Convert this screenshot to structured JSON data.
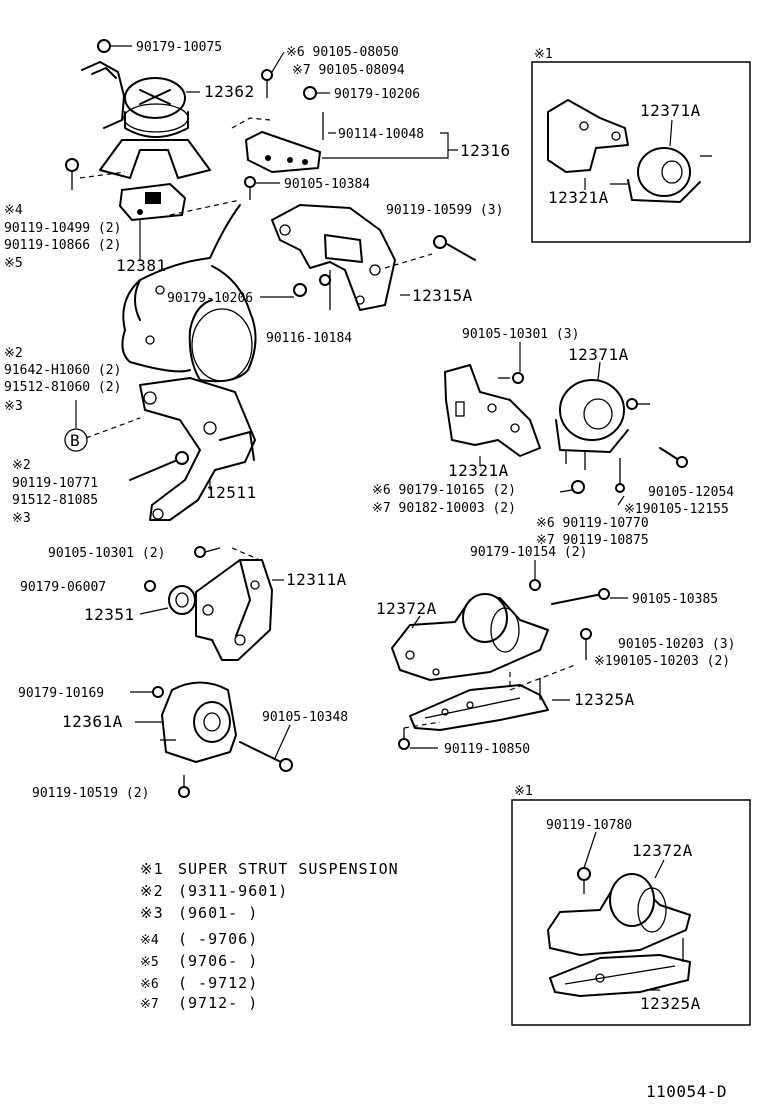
{
  "parts": {
    "p1": "90179-10075",
    "p2": "※6  90105-08050",
    "p3": "※7  90105-08094",
    "p4": "12362",
    "p5": "90179-10206",
    "p6": "90114-10048",
    "p7": "12316",
    "p8": "90105-10384",
    "p9": "※4",
    "p10": "90119-10499 (2)",
    "p11": "90119-10866 (2)",
    "p12": "※5",
    "p13": "12381",
    "p14": "90119-10599 (3)",
    "p15": "90179-10206",
    "p16": "12315A",
    "p17": "90116-10184",
    "p18": "※2",
    "p19": "91642-H1060 (2)",
    "p20": "91512-81060 (2)",
    "p21": "※3",
    "p22": "B",
    "p23": "※2",
    "p24": "90119-10771",
    "p25": "91512-81085",
    "p26": "※3",
    "p27": "12511",
    "p28": "90105-10301 (3)",
    "p29": "12371A",
    "p30": "12321A",
    "p31": "※6  90179-10165 (2)",
    "p32": "※7  90182-10003 (2)",
    "p33": "90105-12054",
    "p34": "※190105-12155",
    "p35": "※6  90119-10770",
    "p36": "※7  90119-10875",
    "p37": "90179-10154 (2)",
    "p38": "90105-10301 (2)",
    "p39": "90179-06007",
    "p40": "12311A",
    "p41": "12351",
    "p42": "12372A",
    "p43": "90105-10385",
    "p44": "90105-10203 (3)",
    "p45": "※190105-10203 (2)",
    "p46": "12325A",
    "p47": "90119-10850",
    "p48": "90179-10169",
    "p49": "12361A",
    "p50": "90105-10348",
    "p51": "90119-10519 (2)"
  },
  "inset_top": {
    "mark": "※1",
    "label_mount": "12371A",
    "label_bracket": "12321A"
  },
  "inset_bottom": {
    "mark": "※1",
    "label_bolt": "90119-10780",
    "label_mount": "12372A",
    "label_member": "12325A"
  },
  "legend": [
    {
      "mark": "※1",
      "text": "SUPER STRUT SUSPENSION"
    },
    {
      "mark": "※2",
      "text": "(9311-9601)"
    },
    {
      "mark": "※3",
      "text": "(9601-     )"
    },
    {
      "mark": "※4",
      "text": "(     -9706)"
    },
    {
      "mark": "※5",
      "text": "(9706-     )"
    },
    {
      "mark": "※6",
      "text": "(     -9712)"
    },
    {
      "mark": "※7",
      "text": "(9712-     )"
    }
  ],
  "diagram_id": "110054-D"
}
